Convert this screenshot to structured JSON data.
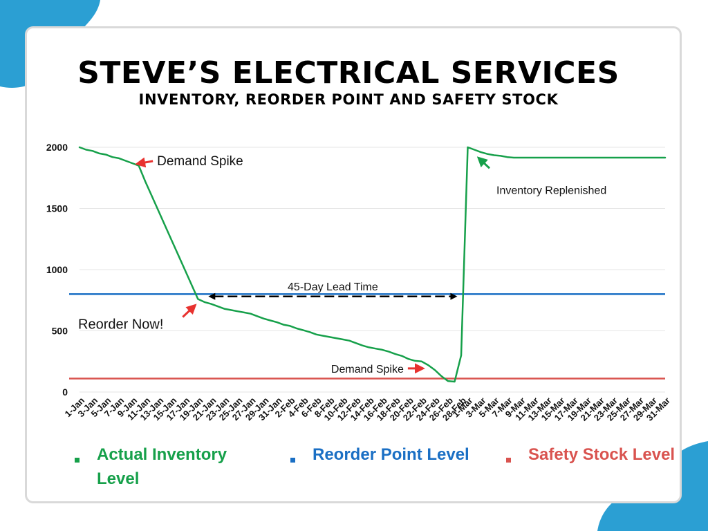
{
  "title": "STEVE’S ELECTRICAL SERVICES",
  "subtitle": "INVENTORY, REORDER POINT AND SAFETY STOCK",
  "colors": {
    "inventory": "#16a04a",
    "reorder": "#1a6fc4",
    "safety": "#d9534f",
    "annotation_arrow": "#e8322f",
    "accent_blob": "#2b9fd3"
  },
  "legend": [
    {
      "label": "Actual Inventory Level",
      "color": "#16a04a"
    },
    {
      "label": "Reorder Point Level",
      "color": "#1a6fc4"
    },
    {
      "label": "Safety Stock Level",
      "color": "#d9534f"
    }
  ],
  "chart_data": {
    "type": "line",
    "x_tick_labels": [
      "1-Jan",
      "3-Jan",
      "5-Jan",
      "7-Jan",
      "9-Jan",
      "11-Jan",
      "13-Jan",
      "15-Jan",
      "17-Jan",
      "19-Jan",
      "21-Jan",
      "23-Jan",
      "25-Jan",
      "27-Jan",
      "29-Jan",
      "31-Jan",
      "2-Feb",
      "4-Feb",
      "6-Feb",
      "8-Feb",
      "10-Feb",
      "12-Feb",
      "14-Feb",
      "16-Feb",
      "18-Feb",
      "20-Feb",
      "22-Feb",
      "24-Feb",
      "26-Feb",
      "28-Feb",
      "1-Mar",
      "3-Mar",
      "5-Mar",
      "7-Mar",
      "9-Mar",
      "11-Mar",
      "13-Mar",
      "15-Mar",
      "17-Mar",
      "19-Mar",
      "21-Mar",
      "23-Mar",
      "25-Mar",
      "27-Mar",
      "29-Mar",
      "31-Mar"
    ],
    "x_range": [
      "1-Jan",
      "31-Mar"
    ],
    "y_ticks": [
      0,
      500,
      1000,
      1500,
      2000
    ],
    "ylim": [
      0,
      2000
    ],
    "grid": true,
    "series": [
      {
        "name": "Actual Inventory Level",
        "color": "#16a04a",
        "points": [
          [
            "1-Jan",
            2000
          ],
          [
            "2-Jan",
            1980
          ],
          [
            "3-Jan",
            1970
          ],
          [
            "4-Jan",
            1950
          ],
          [
            "5-Jan",
            1940
          ],
          [
            "6-Jan",
            1920
          ],
          [
            "7-Jan",
            1910
          ],
          [
            "8-Jan",
            1890
          ],
          [
            "9-Jan",
            1870
          ],
          [
            "10-Jan",
            1850
          ],
          [
            "11-Jan",
            1720
          ],
          [
            "12-Jan",
            1600
          ],
          [
            "13-Jan",
            1480
          ],
          [
            "14-Jan",
            1360
          ],
          [
            "15-Jan",
            1240
          ],
          [
            "16-Jan",
            1120
          ],
          [
            "17-Jan",
            1000
          ],
          [
            "18-Jan",
            880
          ],
          [
            "19-Jan",
            760
          ],
          [
            "20-Jan",
            735
          ],
          [
            "21-Jan",
            720
          ],
          [
            "22-Jan",
            700
          ],
          [
            "23-Jan",
            680
          ],
          [
            "24-Jan",
            670
          ],
          [
            "25-Jan",
            660
          ],
          [
            "26-Jan",
            650
          ],
          [
            "27-Jan",
            640
          ],
          [
            "28-Jan",
            620
          ],
          [
            "29-Jan",
            600
          ],
          [
            "30-Jan",
            585
          ],
          [
            "31-Jan",
            570
          ],
          [
            "1-Feb",
            550
          ],
          [
            "2-Feb",
            540
          ],
          [
            "3-Feb",
            520
          ],
          [
            "4-Feb",
            505
          ],
          [
            "5-Feb",
            490
          ],
          [
            "6-Feb",
            470
          ],
          [
            "7-Feb",
            460
          ],
          [
            "8-Feb",
            450
          ],
          [
            "9-Feb",
            440
          ],
          [
            "10-Feb",
            430
          ],
          [
            "11-Feb",
            420
          ],
          [
            "12-Feb",
            400
          ],
          [
            "13-Feb",
            380
          ],
          [
            "14-Feb",
            365
          ],
          [
            "15-Feb",
            355
          ],
          [
            "16-Feb",
            345
          ],
          [
            "17-Feb",
            330
          ],
          [
            "18-Feb",
            310
          ],
          [
            "19-Feb",
            295
          ],
          [
            "20-Feb",
            270
          ],
          [
            "21-Feb",
            255
          ],
          [
            "22-Feb",
            250
          ],
          [
            "23-Feb",
            220
          ],
          [
            "24-Feb",
            180
          ],
          [
            "25-Feb",
            130
          ],
          [
            "26-Feb",
            90
          ],
          [
            "27-Feb",
            85
          ],
          [
            "28-Feb",
            300
          ],
          [
            "1-Mar",
            2000
          ],
          [
            "2-Mar",
            1980
          ],
          [
            "3-Mar",
            1960
          ],
          [
            "4-Mar",
            1945
          ],
          [
            "5-Mar",
            1935
          ],
          [
            "6-Mar",
            1930
          ],
          [
            "7-Mar",
            1920
          ],
          [
            "8-Mar",
            1915
          ],
          [
            "9-Mar",
            1915
          ],
          [
            "10-Mar",
            1915
          ],
          [
            "11-Mar",
            1915
          ],
          [
            "13-Mar",
            1915
          ],
          [
            "15-Mar",
            1915
          ],
          [
            "17-Mar",
            1915
          ],
          [
            "19-Mar",
            1915
          ],
          [
            "21-Mar",
            1915
          ],
          [
            "23-Mar",
            1915
          ],
          [
            "25-Mar",
            1915
          ],
          [
            "27-Mar",
            1915
          ],
          [
            "29-Mar",
            1915
          ],
          [
            "31-Mar",
            1915
          ]
        ]
      },
      {
        "name": "Reorder Point Level",
        "color": "#1a6fc4",
        "value": 800
      },
      {
        "name": "Safety Stock Level",
        "color": "#d9534f",
        "value": 110
      }
    ],
    "annotations": [
      {
        "text": "Demand Spike",
        "at": [
          "9-Jan",
          1870
        ]
      },
      {
        "text": "Inventory Replenished",
        "at": [
          "2-Mar",
          1970
        ]
      },
      {
        "text": "45-Day Lead Time",
        "from": "19-Jan",
        "to": "1-Mar",
        "y": 860
      },
      {
        "text": "Reorder Now!",
        "at": [
          "19-Jan",
          760
        ]
      },
      {
        "text": "Demand Spike",
        "at": [
          "22-Feb",
          210
        ]
      }
    ]
  }
}
